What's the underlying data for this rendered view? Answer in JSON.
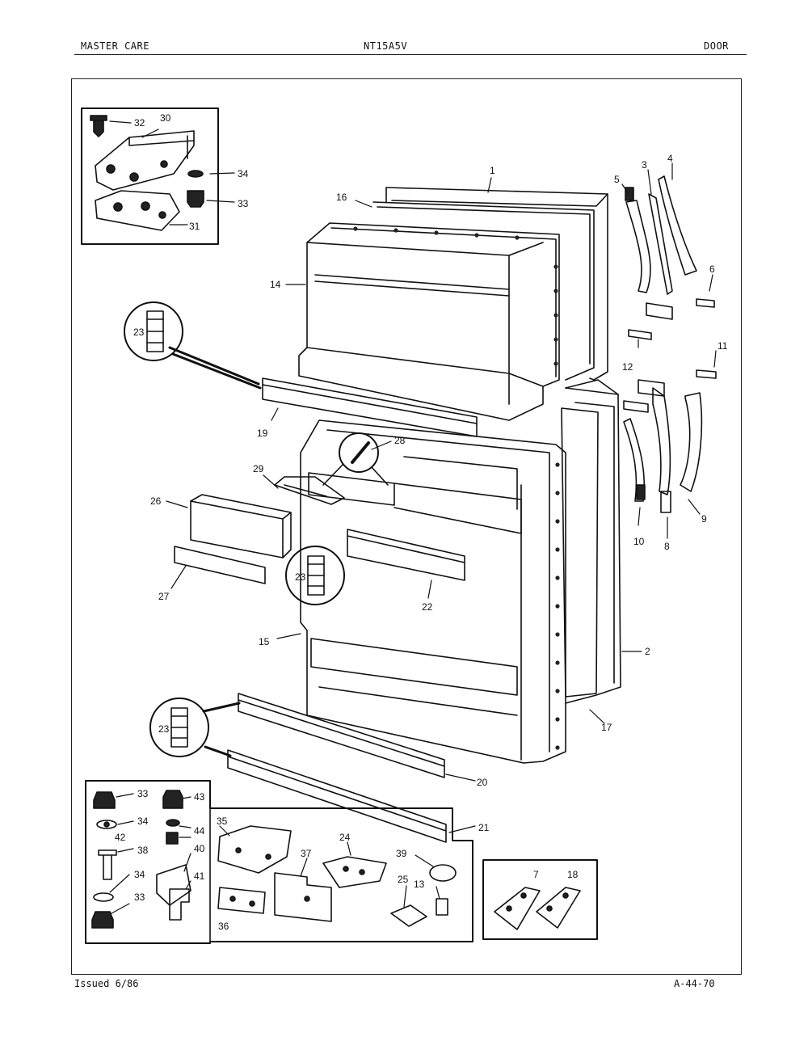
{
  "header": {
    "left": "MASTER CARE",
    "center": "NT15A5V",
    "right": "DOOR"
  },
  "footer": {
    "issued": "Issued 6/86",
    "code": "A-44-70"
  },
  "callouts": [
    "1",
    "2",
    "3",
    "4",
    "5",
    "6",
    "7",
    "8",
    "9",
    "10",
    "11",
    "12",
    "13",
    "14",
    "15",
    "16",
    "17",
    "18",
    "19",
    "20",
    "21",
    "22",
    "23",
    "24",
    "25",
    "26",
    "27",
    "28",
    "29",
    "30",
    "31",
    "32",
    "33",
    "34",
    "35",
    "36",
    "37",
    "38",
    "39",
    "40",
    "41",
    "42",
    "43",
    "44"
  ]
}
